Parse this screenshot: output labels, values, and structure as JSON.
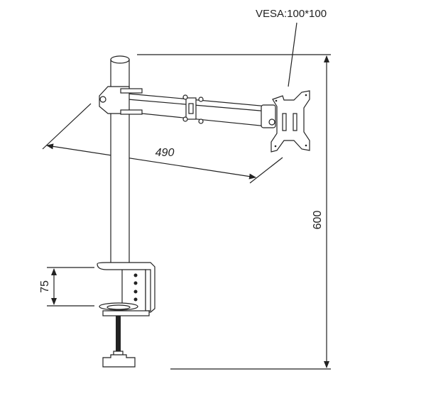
{
  "title": "Monitor arm dimension diagram",
  "labels": {
    "vesa": "VESA:100*100",
    "arm_length": "490",
    "height": "600",
    "clamp_range": "75"
  },
  "colors": {
    "line": "#222222",
    "background": "#ffffff"
  }
}
